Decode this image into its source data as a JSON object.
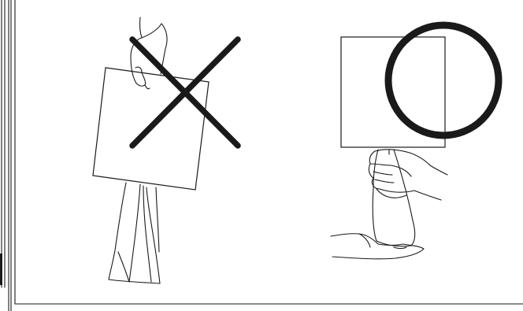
{
  "panels": [
    {
      "id": "incorrect",
      "verdict_mark": "cross-mark"
    },
    {
      "id": "correct",
      "verdict_mark": "circle-mark"
    }
  ],
  "colors": {
    "line": "#1a1a1a",
    "mark": "#1a1a1a",
    "background": "#ffffff"
  }
}
